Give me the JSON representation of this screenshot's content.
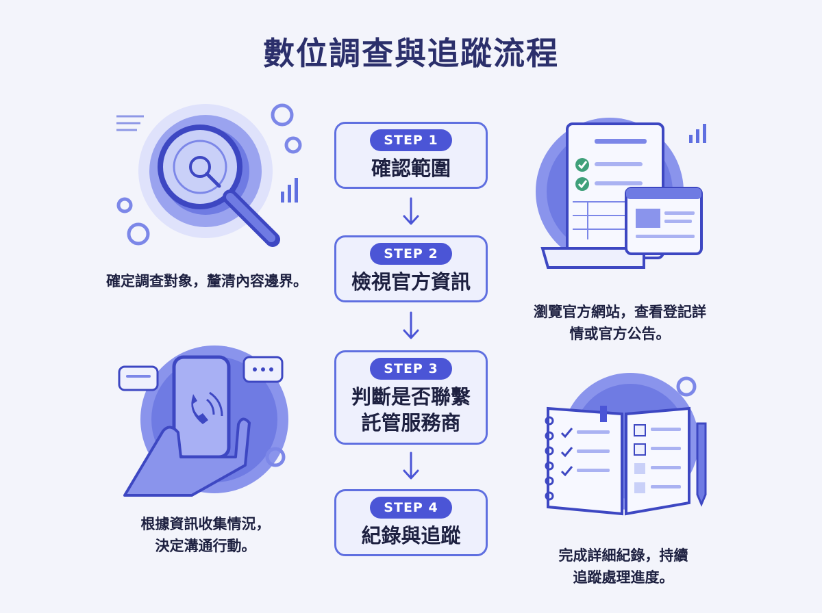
{
  "title": "數位調查與追蹤流程",
  "steps": [
    {
      "badge": "STEP 1",
      "title_lines": [
        "確認範圍"
      ]
    },
    {
      "badge": "STEP 2",
      "title_lines": [
        "檢視官方資訊"
      ]
    },
    {
      "badge": "STEP 3",
      "title_lines": [
        "判斷是否聯繫",
        "託管服務商"
      ]
    },
    {
      "badge": "STEP 4",
      "title_lines": [
        "紀錄與追蹤"
      ]
    }
  ],
  "captions": {
    "top_left": [
      "確定調查對象，釐清內容邊界。"
    ],
    "top_right": [
      "瀏覽官方網站，查看登記詳",
      "情或官方公告。"
    ],
    "bottom_left": [
      "根據資訊收集情況，",
      "決定溝通行動。"
    ],
    "bottom_right": [
      "完成詳細紀錄，持續",
      "追蹤處理進度。"
    ]
  },
  "icons": {
    "top_left": "magnifier-icon",
    "top_right": "document-checklist-icon",
    "bottom_left": "phone-call-icon",
    "bottom_right": "notebook-pen-icon"
  },
  "colors": {
    "accent": "#4b55d6",
    "border": "#5f6fe0",
    "box_fill": "#eef0fd",
    "title": "#2b2f6b",
    "check": "#3fa07a"
  }
}
